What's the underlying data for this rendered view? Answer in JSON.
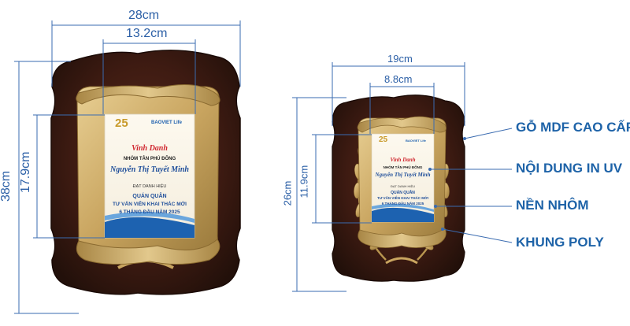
{
  "large_plaque": {
    "width_label": "28cm",
    "height_label": "38cm",
    "content_width_label": "13.2cm",
    "content_height_label": "17.9cm"
  },
  "small_plaque": {
    "width_label": "19cm",
    "height_label": "26cm",
    "content_width_label": "8.8cm",
    "content_height_label": "11.9cm"
  },
  "callouts": [
    "GỖ MDF CAO CẤP",
    "NỘI DUNG IN UV",
    "NỀN NHÔM",
    "KHUNG POLY"
  ],
  "certificate": {
    "logo_number": "25",
    "brand": "BAOVIET Life",
    "title": "Vinh Danh",
    "group": "NHÓM TÂN PHÚ ĐÔNG",
    "person": "Nguyễn Thị Tuyết Minh",
    "achieved": "ĐẠT DANH HIỆU",
    "award_1": "QUÁN QUÂN",
    "award_2": "TƯ VẤN VIÊN KHAI THÁC MỚI",
    "award_3": "6 THÁNG ĐẦU NĂM 2025"
  },
  "colors": {
    "wood": "#3b1a12",
    "gold": "#c9a560",
    "dimension_blue": "#2b5fa6",
    "callout_blue": "#1e63a8"
  }
}
